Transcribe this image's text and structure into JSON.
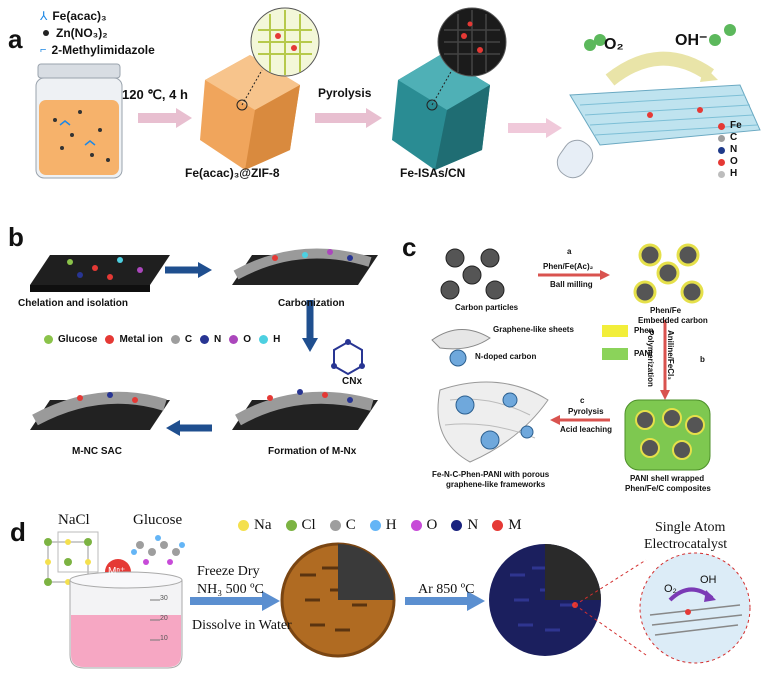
{
  "panel_a": {
    "label": "a",
    "legend": [
      "Fe(acac)₃",
      "Zn(NO₃)₂",
      "2-Methylimidazole"
    ],
    "step1": "120 ℃, 4 h",
    "intermediate": "Fe(acac)₃@ZIF-8",
    "step2": "Pyrolysis",
    "product": "Fe-ISAs/CN",
    "o2": "O₂",
    "oh": "OH⁻",
    "atoms": [
      "Fe",
      "C",
      "N",
      "O",
      "H"
    ],
    "atom_colors": [
      "#e53935",
      "#9e9e9e",
      "#1e3a8a",
      "#e53935",
      "#bdbdbd"
    ]
  },
  "panel_b": {
    "label": "b",
    "stage1": "Chelation and isolation",
    "stage2": "Carbonization",
    "stage3": "Formation of M-Nx",
    "stage4": "M-NC SAC",
    "cn_label": "CNx",
    "legend": [
      {
        "name": "Glucose",
        "color": "#8bc34a"
      },
      {
        "name": "Metal ion",
        "color": "#e53935"
      },
      {
        "name": "C",
        "color": "#9e9e9e"
      },
      {
        "name": "N",
        "color": "#283593"
      },
      {
        "name": "O",
        "color": "#ab47bc"
      },
      {
        "name": "H",
        "color": "#4dd0e1"
      }
    ]
  },
  "panel_c": {
    "label": "c",
    "carbon": "Carbon particles",
    "step_a_letter": "a",
    "step_a_top": "Phen/Fe(Ac)₂",
    "step_a_bottom": "Ball milling",
    "phen_fe": "Phen/Fe",
    "embedded": "Embedded carbon",
    "graphene_sheets": "Graphene-like sheets",
    "n_doped": "N-doped carbon",
    "phen": "Phen",
    "pani": "PANI",
    "step_b_letter": "b",
    "step_b_1": "Aniline/FeCl₃",
    "step_b_2": "Polymerization",
    "step_c_letter": "c",
    "step_c_top": "Pyrolysis",
    "step_c_bottom": "Acid leaching",
    "final_1": "Fe-N-C-Phen-PANI with porous",
    "final_2": "graphene-like frameworks",
    "shell_1": "PANI shell wrapped",
    "shell_2": "Phen/Fe/C composites"
  },
  "panel_d": {
    "label": "d",
    "nacl": "NaCl",
    "glucose": "Glucose",
    "metal_ion": "Mⁿ⁺",
    "legend": [
      {
        "name": "Na",
        "color": "#f4e04d"
      },
      {
        "name": "Cl",
        "color": "#7cb342"
      },
      {
        "name": "C",
        "color": "#9e9e9e"
      },
      {
        "name": "H",
        "color": "#64b5f6"
      },
      {
        "name": "O",
        "color": "#c74bd8"
      },
      {
        "name": "N",
        "color": "#1a237e"
      },
      {
        "name": "M",
        "color": "#e53935"
      }
    ],
    "step1_a": "Freeze Dry",
    "step1_b": "NH₃  500 ºC",
    "step1_c": "Dissolve in Water",
    "step2": "Ar  850 ºC",
    "title_1": "Single Atom",
    "title_2": "Electrocatalyst",
    "o2": "O₂",
    "oh": "OH",
    "beaker_ticks": [
      "30",
      "20",
      "10"
    ]
  }
}
